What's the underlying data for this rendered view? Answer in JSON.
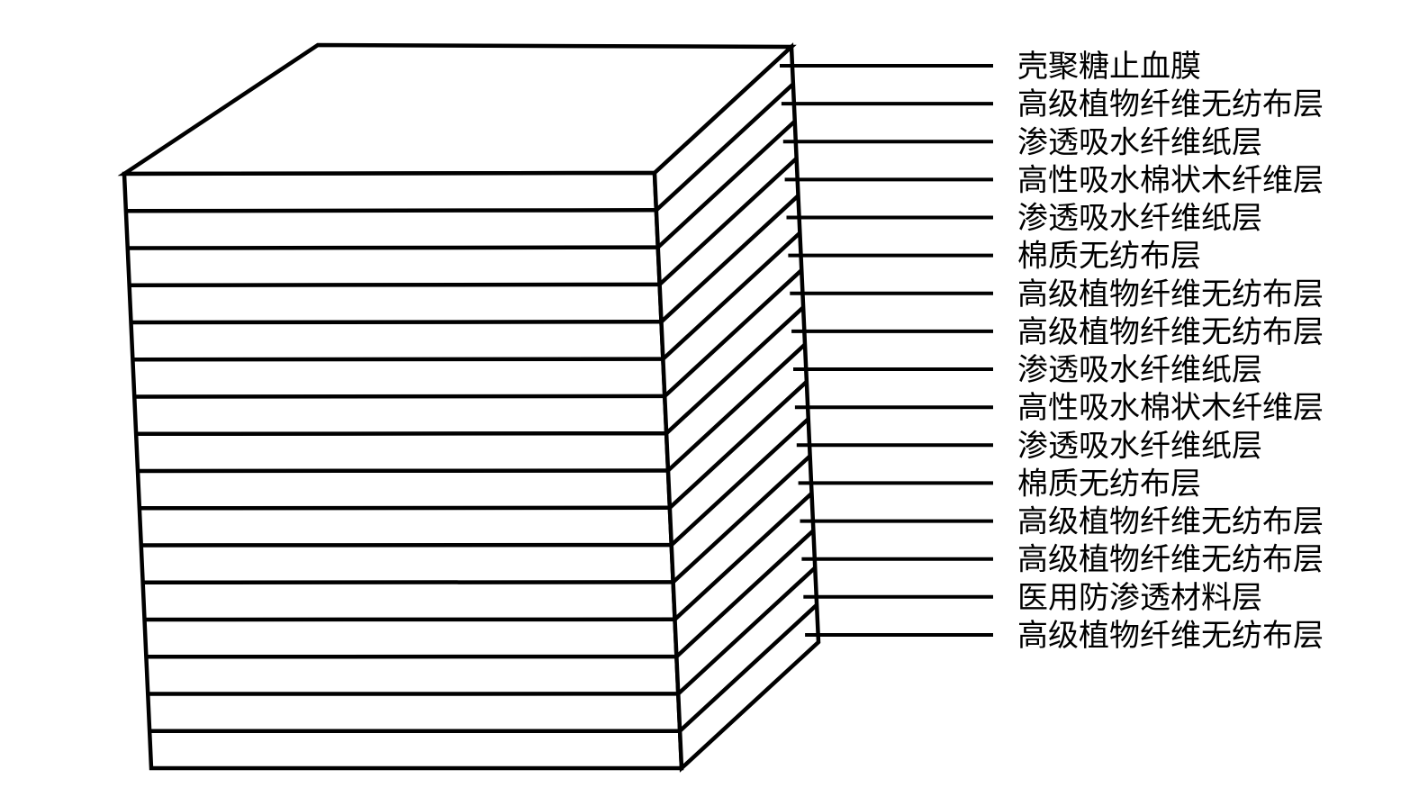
{
  "figure": {
    "type": "layered-stack-diagram",
    "layer_count": 16,
    "colors": {
      "background": "#ffffff",
      "line": "#000000",
      "text": "#000000"
    },
    "layers": [
      "壳聚糖止血膜",
      "高级植物纤维无纺布层",
      "渗透吸水纤维纸层",
      "高性吸水棉状木纤维层",
      "渗透吸水纤维纸层",
      "棉质无纺布层",
      "高级植物纤维无纺布层",
      "高级植物纤维无纺布层",
      "渗透吸水纤维纸层",
      "高性吸水棉状木纤维层",
      "渗透吸水纤维纸层",
      "棉质无纺布层",
      "高级植物纤维无纺布层",
      "高级植物纤维无纺布层",
      "医用防渗透材料层",
      "高级植物纤维无纺布层"
    ]
  }
}
